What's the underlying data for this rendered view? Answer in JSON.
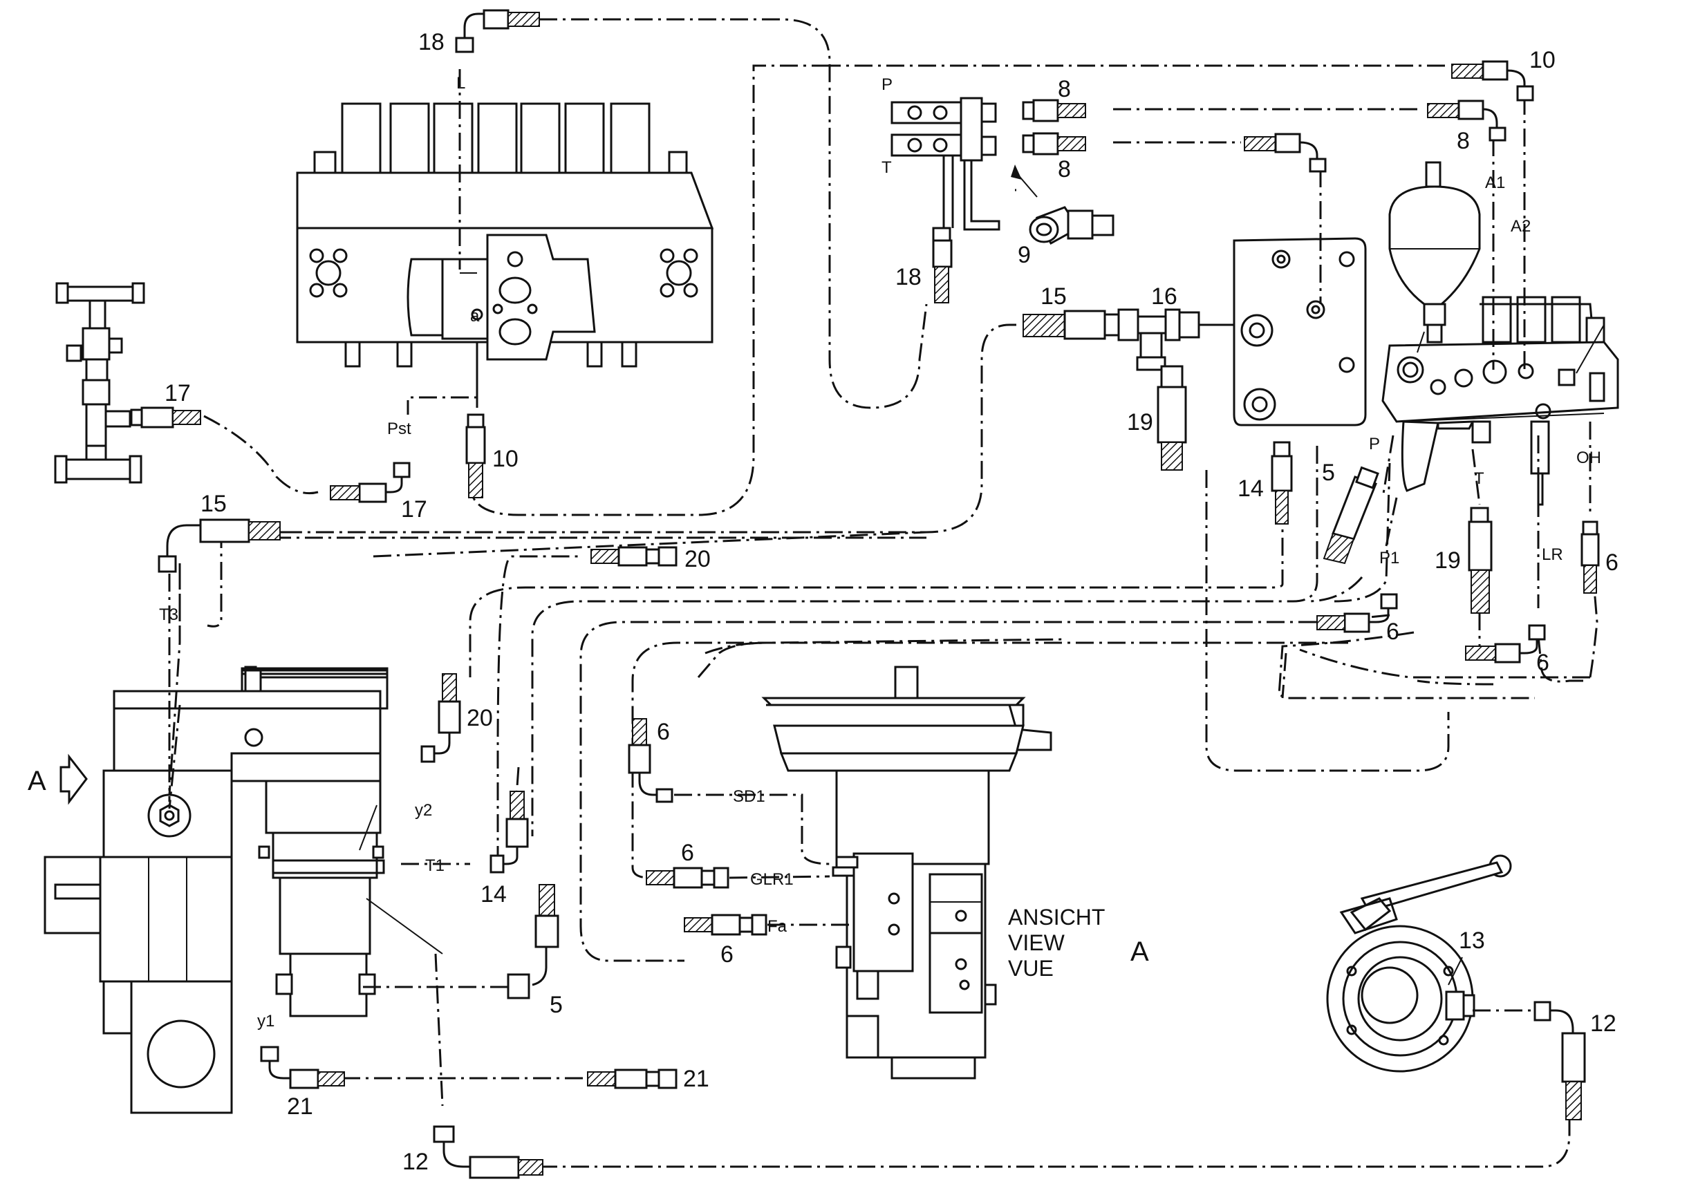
{
  "diagram": {
    "callouts": [
      "18",
      "10",
      "8",
      "8",
      "8",
      "9",
      "18",
      "15",
      "16",
      "19",
      "14",
      "5",
      "17",
      "17",
      "15",
      "10",
      "20",
      "20",
      "14",
      "5",
      "19",
      "6",
      "6",
      "6",
      "6",
      "6",
      "6",
      "21",
      "21",
      "12",
      "12",
      "13"
    ],
    "ports": {
      "L": "L",
      "a": "a",
      "Pst": "Pst",
      "P": "P",
      "T": "T",
      "A1": "A1",
      "A2": "A2",
      "P_valve": "P",
      "T_valve": "T",
      "P1": "P1",
      "LR": "LR",
      "OH": "OH",
      "T3": "T3",
      "y2": "y2",
      "T1": "T1",
      "y1": "y1",
      "SD1": "SD1",
      "GLR1": "GLR1",
      "Fa": "Fa"
    },
    "view": {
      "line1": "ANSICHT",
      "line2": "VIEW",
      "line3": "VUE",
      "letter": "A",
      "arrow_letter": "A"
    }
  }
}
